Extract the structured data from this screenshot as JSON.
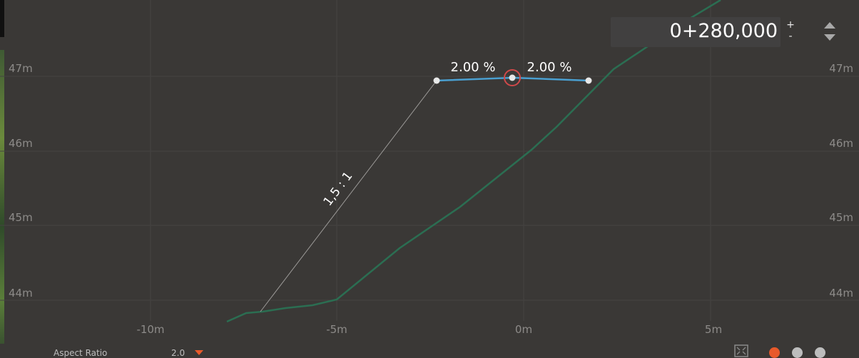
{
  "station": {
    "value": "0+280,000",
    "plus": "+",
    "minus": "-"
  },
  "axes": {
    "y_labels": [
      "47m",
      "46m",
      "45m",
      "44m"
    ],
    "x_labels": [
      "-10m",
      "-5m",
      "0m",
      "5m"
    ]
  },
  "annotations": {
    "slope_left": "2.00 %",
    "slope_right": "2.00 %",
    "side_slope": "1,5 : 1"
  },
  "footer": {
    "aspect_ratio_label": "Aspect Ratio",
    "aspect_ratio_value": "2.0"
  },
  "colors": {
    "background": "#3a3836",
    "grid": "#454342",
    "ground": "#2b6e52",
    "road": "#4a9fd0",
    "selection": "#d0494a",
    "active_dot": "#e8592a",
    "inactive_dot": "#bdbdbd"
  },
  "icons": {
    "fit": "fit-to-view-icon",
    "spinner": "station-spinner-icon"
  }
}
